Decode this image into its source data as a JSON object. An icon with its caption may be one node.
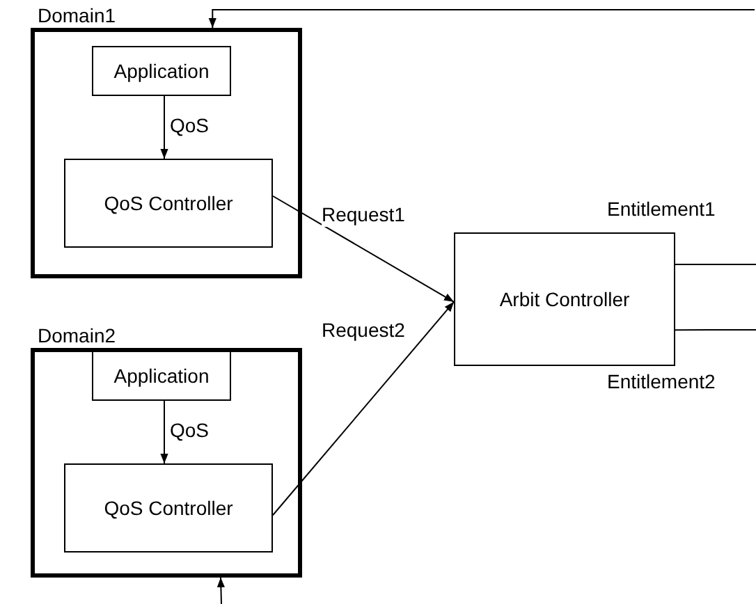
{
  "diagram": {
    "nodes": [
      {
        "text": [
          "Domain1"
        ]
      },
      {
        "text": [
          "Application"
        ],
        "in": 0
      },
      {
        "text": [
          "QoS Controller"
        ],
        "in": 0
      },
      {
        "text": [
          "Domain2"
        ]
      },
      {
        "text": [
          "Application"
        ],
        "in": 3
      },
      {
        "text": [
          "QoS Controller"
        ],
        "in": 3
      },
      {
        "text": [
          "Arbit Controller"
        ]
      }
    ],
    "edges": [
      {
        "from": 1,
        "to": 2,
        "arrow": "to",
        "label": "QoS"
      },
      {
        "from": 4,
        "to": 5,
        "arrow": "to",
        "label": "QoS"
      },
      {
        "from": 2,
        "to": 6,
        "arrow": "to",
        "label": "Request1"
      },
      {
        "from": 5,
        "to": 6,
        "arrow": "to",
        "label": "Request2"
      },
      {
        "from": 6,
        "to": null,
        "arrow": "none",
        "label": "Entitlement1"
      },
      {
        "from": 6,
        "to": null,
        "arrow": "none",
        "label": "Entitlement2"
      },
      {
        "from": null,
        "to": 0,
        "arrow": "to"
      },
      {
        "from": null,
        "to": 3,
        "arrow": "to"
      }
    ]
  }
}
